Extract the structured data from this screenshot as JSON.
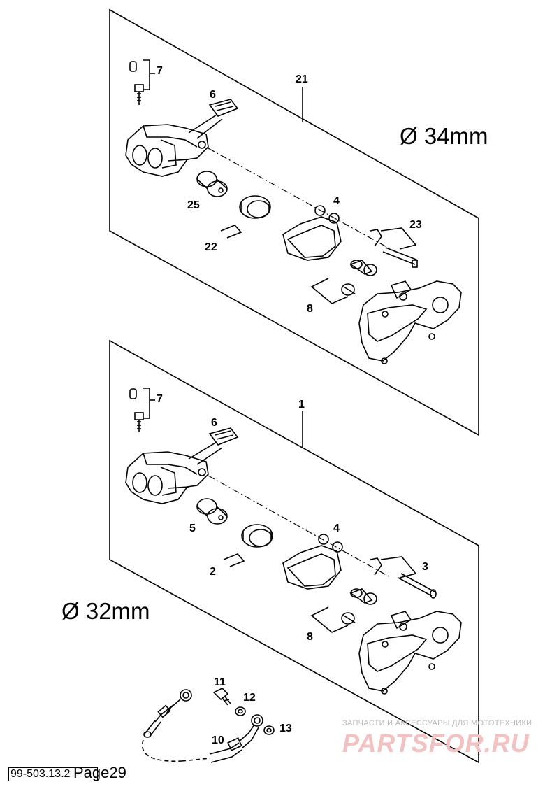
{
  "top_assembly": {
    "size_label": "Ø 34mm",
    "callouts": {
      "assembly": "21",
      "bleeder": "7",
      "spring": "6",
      "piston": "25",
      "seal": "22",
      "pads": "4",
      "pin": "23",
      "bolts": "8"
    }
  },
  "bottom_assembly": {
    "size_label": "Ø 32mm",
    "callouts": {
      "assembly": "1",
      "bleeder": "7",
      "spring": "6",
      "piston": "5",
      "seal": "2",
      "pads": "4",
      "pin": "3",
      "bolts": "8"
    }
  },
  "hose_group": {
    "callouts": {
      "banjo_bolt": "11",
      "washer_a": "12",
      "hose": "10",
      "washer_b": "13"
    }
  },
  "footer": {
    "doc_code": "99-503.13.2",
    "page": "Page29"
  },
  "watermark": {
    "subtitle": "ЗАПЧАСТИ И АКСЕССУАРЫ ДЛЯ МОТОТЕХНИКИ",
    "brand": "PARTSFOR.RU"
  }
}
